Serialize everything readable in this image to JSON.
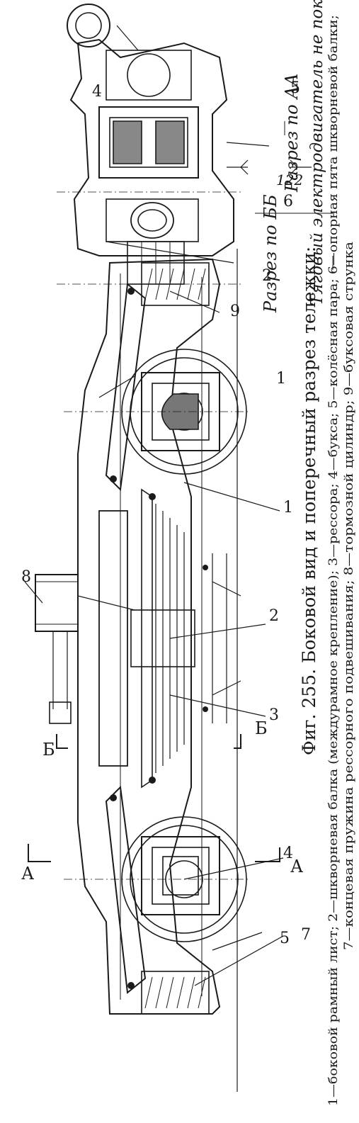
{
  "figure": {
    "caption": "Фиг. 255. Боковой вид и поперечный разрез тележки:",
    "legend_line1": "1—боковой рамный лист; 2—шкворневая балка (междурамное крепление); 3—рессора; 4—букса; 5—колёсная пара; 6—опорная пята шкворневой балки;",
    "legend_line2": "7—концевая пружина рессорного подвешивания; 8—тормозной цилиндр; 9—буксовая струнка"
  },
  "section_view": {
    "title_bb": "Разрез по ББ",
    "title_aa": "Разрез по АА",
    "note": "Тяговый электродвигатель не показан",
    "dimension": "122"
  },
  "callouts": {
    "side_view": [
      "7",
      "5",
      "4",
      "3",
      "2",
      "1",
      "9",
      "8"
    ],
    "section_view": [
      "1",
      "2",
      "6",
      "5",
      "4"
    ]
  },
  "section_marks": {
    "a_left": "А",
    "a_right": "А",
    "b_left": "Б",
    "b_right": "Б"
  }
}
